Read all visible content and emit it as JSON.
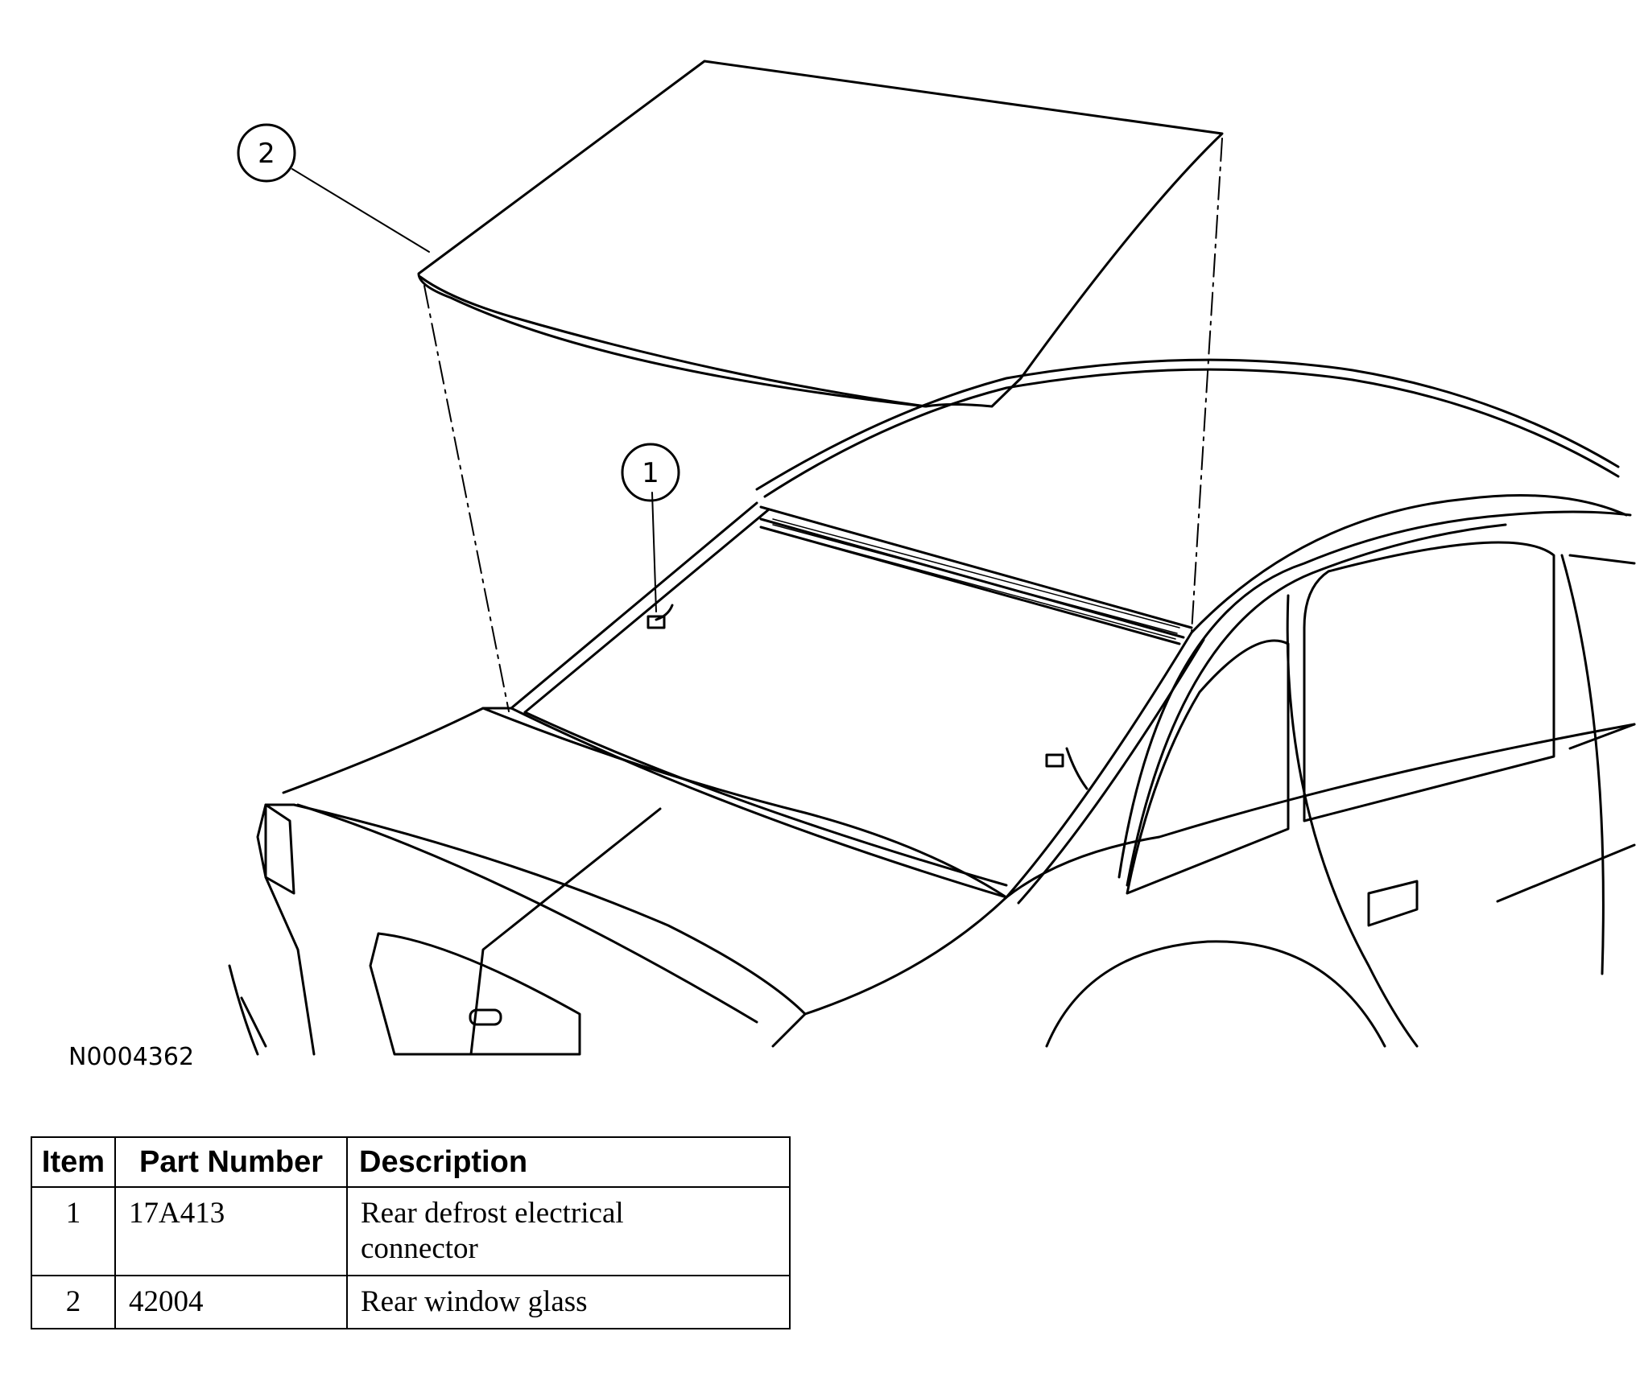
{
  "figure": {
    "figure_id": "N0004362",
    "callouts": [
      {
        "label": "1"
      },
      {
        "label": "2"
      }
    ]
  },
  "table": {
    "headers": [
      "Item",
      "Part Number",
      "Description"
    ],
    "rows": [
      {
        "item": "1",
        "part_number": "17A413",
        "description": "Rear defrost electrical connector"
      },
      {
        "item": "2",
        "part_number": "42004",
        "description": "Rear window glass"
      }
    ]
  }
}
